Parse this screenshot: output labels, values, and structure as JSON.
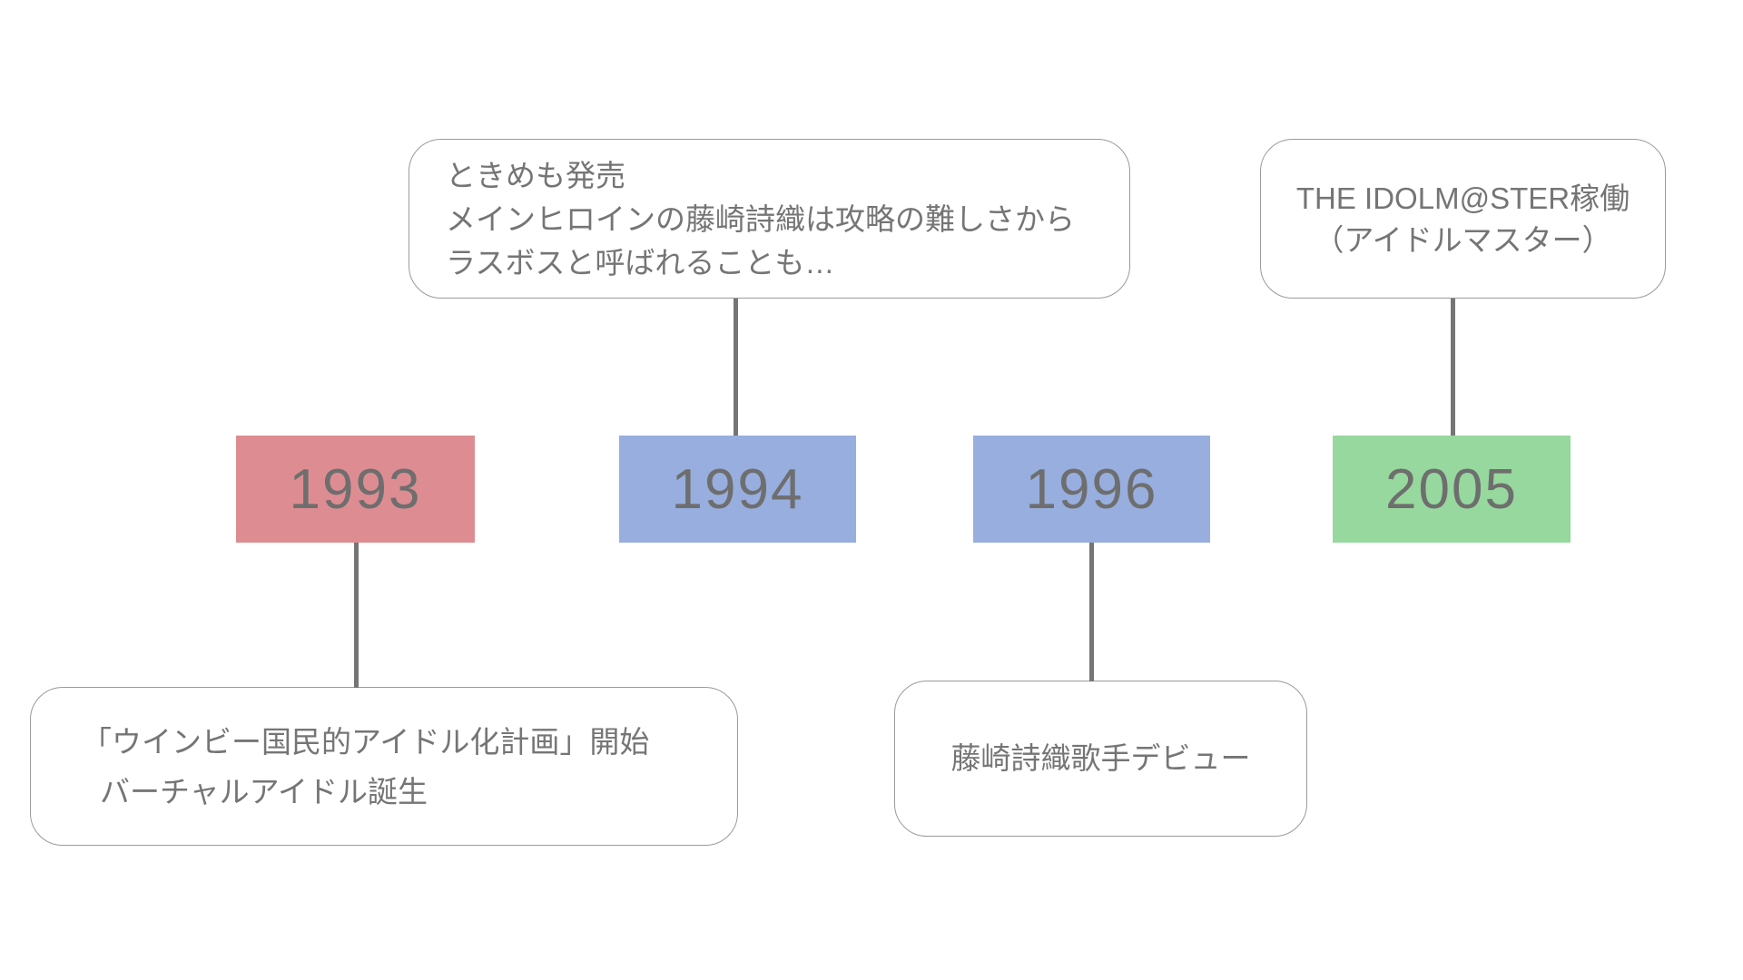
{
  "colors": {
    "background": "#ffffff",
    "pink": "#dd8d92",
    "blue": "#97aede",
    "green": "#96d89d",
    "connector": "#757575",
    "callout_border": "#9a9a9a",
    "callout_text": "#757575",
    "year_text": "#6e6e6e"
  },
  "events": [
    {
      "year": "1993",
      "color": "#dd8d92"
    },
    {
      "year": "1994",
      "color": "#97aede"
    },
    {
      "year": "1996",
      "color": "#97aede"
    },
    {
      "year": "2005",
      "color": "#96d89d"
    }
  ],
  "callouts": {
    "tokimemo": {
      "line1": "ときめも発売",
      "line2": "メインヒロインの藤崎詩織は攻略の難しさから",
      "line3": "ラスボスと呼ばれることも…"
    },
    "idolmaster": {
      "line1": "THE IDOLM@STER稼働",
      "line2": "（アイドルマスター）"
    },
    "winbee": {
      "line1": "「ウインビー国民的アイドル化計画」開始",
      "line2": "バーチャルアイドル誕生"
    },
    "debut": {
      "line1": "藤崎詩織歌手デビュー"
    }
  }
}
